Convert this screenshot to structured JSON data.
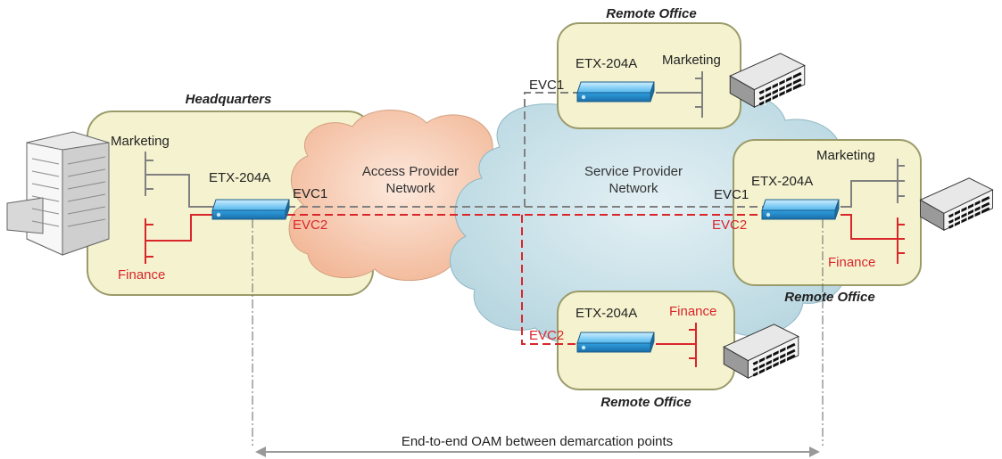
{
  "sites": {
    "headquarters": {
      "title": "Headquarters",
      "device": "ETX-204A",
      "marketing": "Marketing",
      "finance": "Finance",
      "evc1": "EVC1",
      "evc2": "EVC2"
    },
    "remote_top": {
      "title": "Remote Office",
      "device": "ETX-204A",
      "marketing": "Marketing",
      "evc1": "EVC1"
    },
    "remote_right": {
      "title": "Remote Office",
      "device": "ETX-204A",
      "marketing": "Marketing",
      "finance": "Finance",
      "evc1": "EVC1",
      "evc2": "EVC2"
    },
    "remote_bottom": {
      "title": "Remote Office",
      "device": "ETX-204A",
      "finance": "Finance",
      "evc2": "EVC2"
    }
  },
  "networks": {
    "access": {
      "line1": "Access Provider",
      "line2": "Network"
    },
    "service": {
      "line1": "Service Provider",
      "line2": "Network"
    }
  },
  "oam_label": "End-to-end OAM between demarcation points",
  "colors": {
    "evc1": "#808080",
    "evc2": "#d9262b",
    "site_fill": "#f5f3cf",
    "site_stroke": "#9b9b6a",
    "access_cloud": "#f6c9b0",
    "service_cloud": "#c9e2ea",
    "device": "#2f9fe0"
  },
  "icons": [
    "office-building-icon",
    "etx-204a-device-icon"
  ]
}
